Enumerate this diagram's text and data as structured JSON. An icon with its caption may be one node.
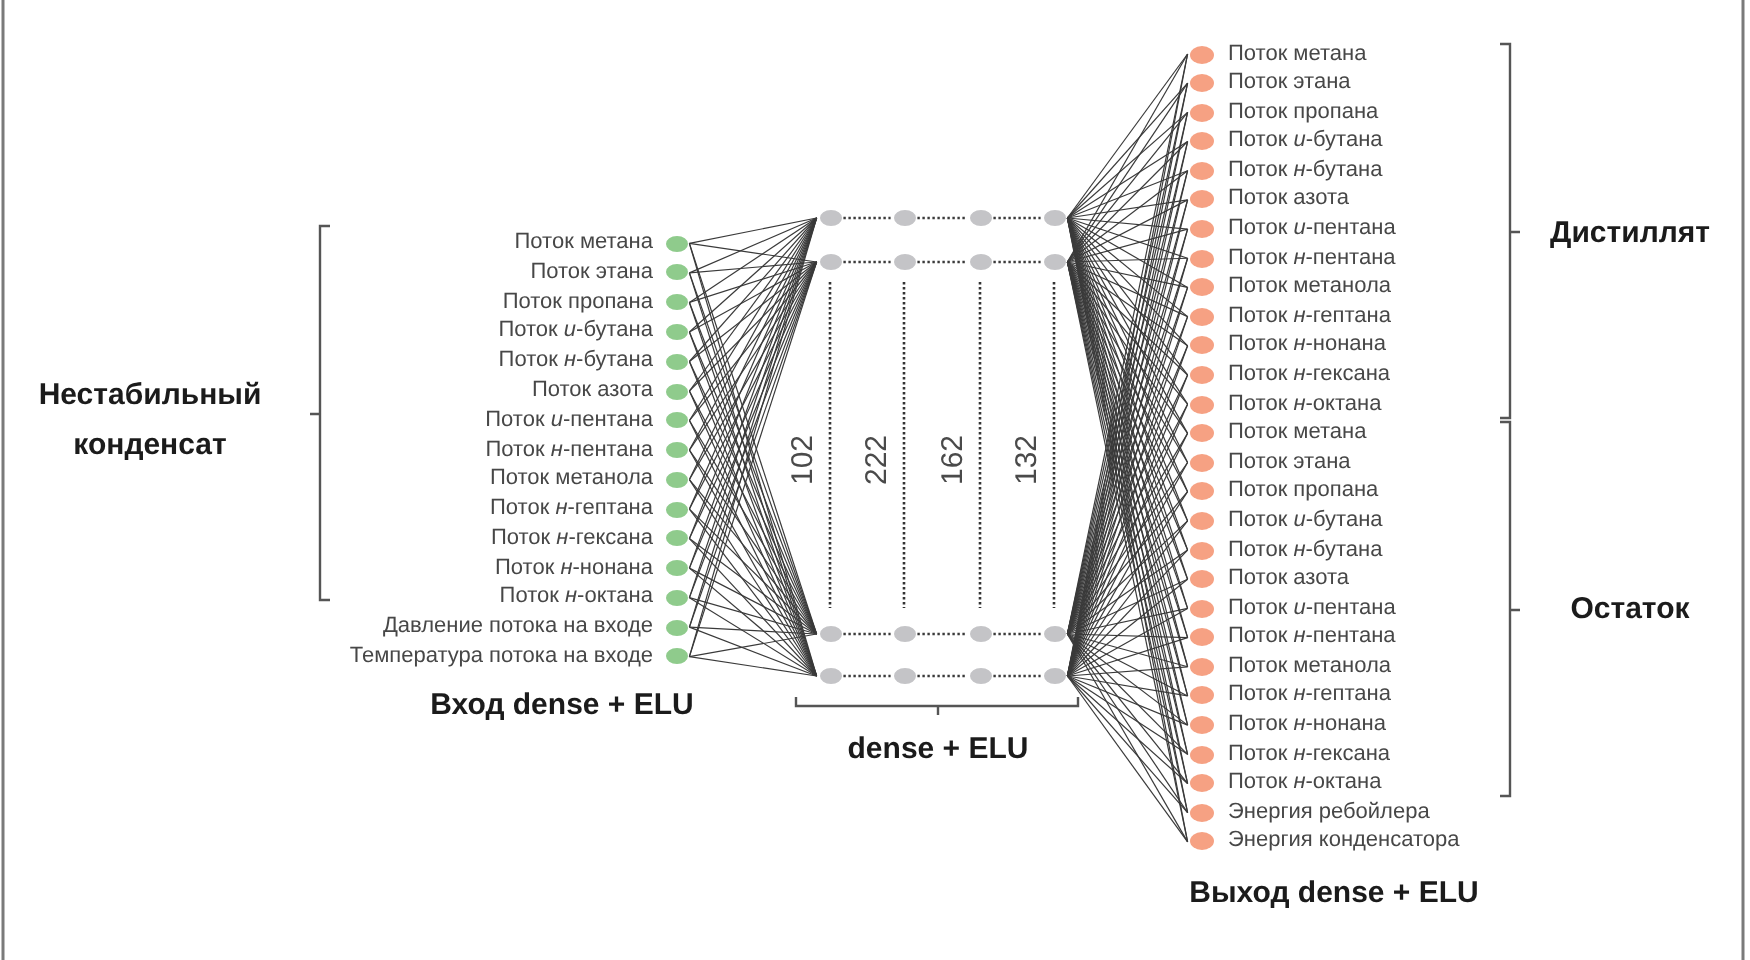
{
  "diagram": {
    "nodes": [
      {
        "text": [],
        "shape": "circle",
        "beside": [
          "Поток метана"
        ]
      },
      {
        "text": [],
        "shape": "circle",
        "beside": [
          "Поток этана"
        ]
      },
      {
        "text": [],
        "shape": "circle",
        "beside": [
          "Поток пропана"
        ]
      },
      {
        "text": [],
        "shape": "circle",
        "beside": [
          "Поток *и*-бутана"
        ]
      },
      {
        "text": [],
        "shape": "circle",
        "beside": [
          "Поток *н*-бутана"
        ]
      },
      {
        "text": [],
        "shape": "circle",
        "beside": [
          "Поток азота"
        ]
      },
      {
        "text": [],
        "shape": "circle",
        "beside": [
          "Поток *и*-пентана"
        ]
      },
      {
        "text": [],
        "shape": "circle",
        "beside": [
          "Поток *н*-пентана"
        ]
      },
      {
        "text": [],
        "shape": "circle",
        "beside": [
          "Поток метанола"
        ]
      },
      {
        "text": [],
        "shape": "circle",
        "beside": [
          "Поток *н*-гептана"
        ]
      },
      {
        "text": [],
        "shape": "circle",
        "beside": [
          "Поток *н*-гексана"
        ]
      },
      {
        "text": [],
        "shape": "circle",
        "beside": [
          "Поток *н*-нонана"
        ]
      },
      {
        "text": [],
        "shape": "circle",
        "beside": [
          "Поток *н*-октана"
        ]
      },
      {
        "text": [],
        "shape": "circle",
        "beside": [
          "Давление потока на входе"
        ]
      },
      {
        "text": [],
        "shape": "circle",
        "beside": [
          "Температура потока на входе"
        ]
      },
      {
        "text": [],
        "shape": "circle"
      },
      {
        "text": [],
        "shape": "circle"
      },
      {
        "text": [],
        "shape": "circle"
      },
      {
        "text": [],
        "shape": "circle"
      },
      {
        "text": [],
        "shape": "circle"
      },
      {
        "text": [],
        "shape": "circle"
      },
      {
        "text": [],
        "shape": "circle"
      },
      {
        "text": [],
        "shape": "circle"
      },
      {
        "text": [],
        "shape": "circle"
      },
      {
        "text": [],
        "shape": "circle"
      },
      {
        "text": [],
        "shape": "circle"
      },
      {
        "text": [],
        "shape": "circle"
      },
      {
        "text": [],
        "shape": "circle"
      },
      {
        "text": [],
        "shape": "circle"
      },
      {
        "text": [],
        "shape": "circle"
      },
      {
        "text": [],
        "shape": "circle"
      },
      {
        "text": [],
        "shape": "circle",
        "beside": [
          "Поток метана"
        ]
      },
      {
        "text": [],
        "shape": "circle",
        "beside": [
          "Поток этана"
        ]
      },
      {
        "text": [],
        "shape": "circle",
        "beside": [
          "Поток пропана"
        ]
      },
      {
        "text": [],
        "shape": "circle",
        "beside": [
          "Поток *и*-бутана"
        ]
      },
      {
        "text": [],
        "shape": "circle",
        "beside": [
          "Поток *н*-бутана"
        ]
      },
      {
        "text": [],
        "shape": "circle",
        "beside": [
          "Поток азота"
        ]
      },
      {
        "text": [],
        "shape": "circle",
        "beside": [
          "Поток *и*-пентана"
        ]
      },
      {
        "text": [],
        "shape": "circle",
        "beside": [
          "Поток *н*-пентана"
        ]
      },
      {
        "text": [],
        "shape": "circle",
        "beside": [
          "Поток метанола"
        ]
      },
      {
        "text": [],
        "shape": "circle",
        "beside": [
          "Поток *н*-гептана"
        ]
      },
      {
        "text": [],
        "shape": "circle",
        "beside": [
          "Поток *н*-нонана"
        ]
      },
      {
        "text": [],
        "shape": "circle",
        "beside": [
          "Поток *н*-гексана"
        ]
      },
      {
        "text": [],
        "shape": "circle",
        "beside": [
          "Поток *н*-октана"
        ]
      },
      {
        "text": [],
        "shape": "circle",
        "beside": [
          "Поток метана"
        ]
      },
      {
        "text": [],
        "shape": "circle",
        "beside": [
          "Поток этана"
        ]
      },
      {
        "text": [],
        "shape": "circle",
        "beside": [
          "Поток пропана"
        ]
      },
      {
        "text": [],
        "shape": "circle",
        "beside": [
          "Поток *и*-бутана"
        ]
      },
      {
        "text": [],
        "shape": "circle",
        "beside": [
          "Поток *н*-бутана"
        ]
      },
      {
        "text": [],
        "shape": "circle",
        "beside": [
          "Поток азота"
        ]
      },
      {
        "text": [],
        "shape": "circle",
        "beside": [
          "Поток *и*-пентана"
        ]
      },
      {
        "text": [],
        "shape": "circle",
        "beside": [
          "Поток *н*-пентана"
        ]
      },
      {
        "text": [],
        "shape": "circle",
        "beside": [
          "Поток метанола"
        ]
      },
      {
        "text": [],
        "shape": "circle",
        "beside": [
          "Поток *н*-гептана"
        ]
      },
      {
        "text": [],
        "shape": "circle",
        "beside": [
          "Поток *н*-нонана"
        ]
      },
      {
        "text": [],
        "shape": "circle",
        "beside": [
          "Поток *н*-гексана"
        ]
      },
      {
        "text": [],
        "shape": "circle",
        "beside": [
          "Поток *н*-октана"
        ]
      },
      {
        "text": [],
        "shape": "circle",
        "beside": [
          "Энергия ребойлера"
        ]
      },
      {
        "text": [],
        "shape": "circle",
        "beside": [
          "Энергия конденсатора"
        ]
      }
    ],
    "edges": [
      {
        "from": 0,
        "to": 15,
        "arrow": "none"
      },
      {
        "from": 0,
        "to": 19,
        "arrow": "none"
      },
      {
        "from": 0,
        "to": 23,
        "arrow": "none"
      },
      {
        "from": 0,
        "to": 27,
        "arrow": "none"
      },
      {
        "from": 1,
        "to": 15,
        "arrow": "none"
      },
      {
        "from": 1,
        "to": 19,
        "arrow": "none"
      },
      {
        "from": 1,
        "to": 23,
        "arrow": "none"
      },
      {
        "from": 1,
        "to": 27,
        "arrow": "none"
      },
      {
        "from": 2,
        "to": 15,
        "arrow": "none"
      },
      {
        "from": 2,
        "to": 19,
        "arrow": "none"
      },
      {
        "from": 2,
        "to": 23,
        "arrow": "none"
      },
      {
        "from": 2,
        "to": 27,
        "arrow": "none"
      },
      {
        "from": 3,
        "to": 15,
        "arrow": "none"
      },
      {
        "from": 3,
        "to": 19,
        "arrow": "none"
      },
      {
        "from": 3,
        "to": 23,
        "arrow": "none"
      },
      {
        "from": 3,
        "to": 27,
        "arrow": "none"
      },
      {
        "from": 4,
        "to": 15,
        "arrow": "none"
      },
      {
        "from": 4,
        "to": 19,
        "arrow": "none"
      },
      {
        "from": 4,
        "to": 23,
        "arrow": "none"
      },
      {
        "from": 4,
        "to": 27,
        "arrow": "none"
      },
      {
        "from": 5,
        "to": 15,
        "arrow": "none"
      },
      {
        "from": 5,
        "to": 19,
        "arrow": "none"
      },
      {
        "from": 5,
        "to": 23,
        "arrow": "none"
      },
      {
        "from": 5,
        "to": 27,
        "arrow": "none"
      },
      {
        "from": 6,
        "to": 15,
        "arrow": "none"
      },
      {
        "from": 6,
        "to": 19,
        "arrow": "none"
      },
      {
        "from": 6,
        "to": 23,
        "arrow": "none"
      },
      {
        "from": 6,
        "to": 27,
        "arrow": "none"
      },
      {
        "from": 7,
        "to": 15,
        "arrow": "none"
      },
      {
        "from": 7,
        "to": 19,
        "arrow": "none"
      },
      {
        "from": 7,
        "to": 23,
        "arrow": "none"
      },
      {
        "from": 7,
        "to": 27,
        "arrow": "none"
      },
      {
        "from": 8,
        "to": 15,
        "arrow": "none"
      },
      {
        "from": 8,
        "to": 19,
        "arrow": "none"
      },
      {
        "from": 8,
        "to": 23,
        "arrow": "none"
      },
      {
        "from": 8,
        "to": 27,
        "arrow": "none"
      },
      {
        "from": 9,
        "to": 15,
        "arrow": "none"
      },
      {
        "from": 9,
        "to": 19,
        "arrow": "none"
      },
      {
        "from": 9,
        "to": 23,
        "arrow": "none"
      },
      {
        "from": 9,
        "to": 27,
        "arrow": "none"
      },
      {
        "from": 10,
        "to": 15,
        "arrow": "none"
      },
      {
        "from": 10,
        "to": 19,
        "arrow": "none"
      },
      {
        "from": 10,
        "to": 23,
        "arrow": "none"
      },
      {
        "from": 10,
        "to": 27,
        "arrow": "none"
      },
      {
        "from": 11,
        "to": 15,
        "arrow": "none"
      },
      {
        "from": 11,
        "to": 19,
        "arrow": "none"
      },
      {
        "from": 11,
        "to": 23,
        "arrow": "none"
      },
      {
        "from": 11,
        "to": 27,
        "arrow": "none"
      },
      {
        "from": 12,
        "to": 15,
        "arrow": "none"
      },
      {
        "from": 12,
        "to": 19,
        "arrow": "none"
      },
      {
        "from": 12,
        "to": 23,
        "arrow": "none"
      },
      {
        "from": 12,
        "to": 27,
        "arrow": "none"
      },
      {
        "from": 13,
        "to": 15,
        "arrow": "none"
      },
      {
        "from": 13,
        "to": 19,
        "arrow": "none"
      },
      {
        "from": 13,
        "to": 23,
        "arrow": "none"
      },
      {
        "from": 13,
        "to": 27,
        "arrow": "none"
      },
      {
        "from": 14,
        "to": 15,
        "arrow": "none"
      },
      {
        "from": 14,
        "to": 19,
        "arrow": "none"
      },
      {
        "from": 14,
        "to": 23,
        "arrow": "none"
      },
      {
        "from": 14,
        "to": 27,
        "arrow": "none"
      },
      {
        "from": 15,
        "to": 16,
        "arrow": "none",
        "style": "dashed"
      },
      {
        "from": 16,
        "to": 17,
        "arrow": "none",
        "style": "dashed"
      },
      {
        "from": 17,
        "to": 18,
        "arrow": "none",
        "style": "dashed"
      },
      {
        "from": 19,
        "to": 20,
        "arrow": "none",
        "style": "dashed"
      },
      {
        "from": 20,
        "to": 21,
        "arrow": "none",
        "style": "dashed"
      },
      {
        "from": 21,
        "to": 22,
        "arrow": "none",
        "style": "dashed"
      },
      {
        "from": 23,
        "to": 24,
        "arrow": "none",
        "style": "dashed"
      },
      {
        "from": 24,
        "to": 25,
        "arrow": "none",
        "style": "dashed"
      },
      {
        "from": 25,
        "to": 26,
        "arrow": "none",
        "style": "dashed"
      },
      {
        "from": 27,
        "to": 28,
        "arrow": "none",
        "style": "dashed"
      },
      {
        "from": 28,
        "to": 29,
        "arrow": "none",
        "style": "dashed"
      },
      {
        "from": 29,
        "to": 30,
        "arrow": "none",
        "style": "dashed"
      },
      {
        "from": 18,
        "to": 31,
        "arrow": "none"
      },
      {
        "from": 18,
        "to": 32,
        "arrow": "none"
      },
      {
        "from": 18,
        "to": 33,
        "arrow": "none"
      },
      {
        "from": 18,
        "to": 34,
        "arrow": "none"
      },
      {
        "from": 18,
        "to": 35,
        "arrow": "none"
      },
      {
        "from": 18,
        "to": 36,
        "arrow": "none"
      },
      {
        "from": 18,
        "to": 37,
        "arrow": "none"
      },
      {
        "from": 18,
        "to": 38,
        "arrow": "none"
      },
      {
        "from": 18,
        "to": 39,
        "arrow": "none"
      },
      {
        "from": 18,
        "to": 40,
        "arrow": "none"
      },
      {
        "from": 18,
        "to": 41,
        "arrow": "none"
      },
      {
        "from": 18,
        "to": 42,
        "arrow": "none"
      },
      {
        "from": 18,
        "to": 43,
        "arrow": "none"
      },
      {
        "from": 18,
        "to": 44,
        "arrow": "none"
      },
      {
        "from": 18,
        "to": 45,
        "arrow": "none"
      },
      {
        "from": 18,
        "to": 46,
        "arrow": "none"
      },
      {
        "from": 18,
        "to": 47,
        "arrow": "none"
      },
      {
        "from": 18,
        "to": 48,
        "arrow": "none"
      },
      {
        "from": 18,
        "to": 49,
        "arrow": "none"
      },
      {
        "from": 18,
        "to": 50,
        "arrow": "none"
      },
      {
        "from": 18,
        "to": 51,
        "arrow": "none"
      },
      {
        "from": 18,
        "to": 52,
        "arrow": "none"
      },
      {
        "from": 18,
        "to": 53,
        "arrow": "none"
      },
      {
        "from": 18,
        "to": 54,
        "arrow": "none"
      },
      {
        "from": 18,
        "to": 55,
        "arrow": "none"
      },
      {
        "from": 18,
        "to": 56,
        "arrow": "none"
      },
      {
        "from": 18,
        "to": 57,
        "arrow": "none"
      },
      {
        "from": 18,
        "to": 58,
        "arrow": "none"
      },
      {
        "from": 22,
        "to": 31,
        "arrow": "none"
      },
      {
        "from": 22,
        "to": 32,
        "arrow": "none"
      },
      {
        "from": 22,
        "to": 33,
        "arrow": "none"
      },
      {
        "from": 22,
        "to": 34,
        "arrow": "none"
      },
      {
        "from": 22,
        "to": 35,
        "arrow": "none"
      },
      {
        "from": 22,
        "to": 36,
        "arrow": "none"
      },
      {
        "from": 22,
        "to": 37,
        "arrow": "none"
      },
      {
        "from": 22,
        "to": 38,
        "arrow": "none"
      },
      {
        "from": 22,
        "to": 39,
        "arrow": "none"
      },
      {
        "from": 22,
        "to": 40,
        "arrow": "none"
      },
      {
        "from": 22,
        "to": 41,
        "arrow": "none"
      },
      {
        "from": 22,
        "to": 42,
        "arrow": "none"
      },
      {
        "from": 22,
        "to": 43,
        "arrow": "none"
      },
      {
        "from": 22,
        "to": 44,
        "arrow": "none"
      },
      {
        "from": 22,
        "to": 45,
        "arrow": "none"
      },
      {
        "from": 22,
        "to": 46,
        "arrow": "none"
      },
      {
        "from": 22,
        "to": 47,
        "arrow": "none"
      },
      {
        "from": 22,
        "to": 48,
        "arrow": "none"
      },
      {
        "from": 22,
        "to": 49,
        "arrow": "none"
      },
      {
        "from": 22,
        "to": 50,
        "arrow": "none"
      },
      {
        "from": 22,
        "to": 51,
        "arrow": "none"
      },
      {
        "from": 22,
        "to": 52,
        "arrow": "none"
      },
      {
        "from": 22,
        "to": 53,
        "arrow": "none"
      },
      {
        "from": 22,
        "to": 54,
        "arrow": "none"
      },
      {
        "from": 22,
        "to": 55,
        "arrow": "none"
      },
      {
        "from": 22,
        "to": 56,
        "arrow": "none"
      },
      {
        "from": 22,
        "to": 57,
        "arrow": "none"
      },
      {
        "from": 22,
        "to": 58,
        "arrow": "none"
      },
      {
        "from": 26,
        "to": 31,
        "arrow": "none"
      },
      {
        "from": 26,
        "to": 32,
        "arrow": "none"
      },
      {
        "from": 26,
        "to": 33,
        "arrow": "none"
      },
      {
        "from": 26,
        "to": 34,
        "arrow": "none"
      },
      {
        "from": 26,
        "to": 35,
        "arrow": "none"
      },
      {
        "from": 26,
        "to": 36,
        "arrow": "none"
      },
      {
        "from": 26,
        "to": 37,
        "arrow": "none"
      },
      {
        "from": 26,
        "to": 38,
        "arrow": "none"
      },
      {
        "from": 26,
        "to": 39,
        "arrow": "none"
      },
      {
        "from": 26,
        "to": 40,
        "arrow": "none"
      },
      {
        "from": 26,
        "to": 41,
        "arrow": "none"
      },
      {
        "from": 26,
        "to": 42,
        "arrow": "none"
      },
      {
        "from": 26,
        "to": 43,
        "arrow": "none"
      },
      {
        "from": 26,
        "to": 44,
        "arrow": "none"
      },
      {
        "from": 26,
        "to": 45,
        "arrow": "none"
      },
      {
        "from": 26,
        "to": 46,
        "arrow": "none"
      },
      {
        "from": 26,
        "to": 47,
        "arrow": "none"
      },
      {
        "from": 26,
        "to": 48,
        "arrow": "none"
      },
      {
        "from": 26,
        "to": 49,
        "arrow": "none"
      },
      {
        "from": 26,
        "to": 50,
        "arrow": "none"
      },
      {
        "from": 26,
        "to": 51,
        "arrow": "none"
      },
      {
        "from": 26,
        "to": 52,
        "arrow": "none"
      },
      {
        "from": 26,
        "to": 53,
        "arrow": "none"
      },
      {
        "from": 26,
        "to": 54,
        "arrow": "none"
      },
      {
        "from": 26,
        "to": 55,
        "arrow": "none"
      },
      {
        "from": 26,
        "to": 56,
        "arrow": "none"
      },
      {
        "from": 26,
        "to": 57,
        "arrow": "none"
      },
      {
        "from": 26,
        "to": 58,
        "arrow": "none"
      },
      {
        "from": 30,
        "to": 31,
        "arrow": "none"
      },
      {
        "from": 30,
        "to": 32,
        "arrow": "none"
      },
      {
        "from": 30,
        "to": 33,
        "arrow": "none"
      },
      {
        "from": 30,
        "to": 34,
        "arrow": "none"
      },
      {
        "from": 30,
        "to": 35,
        "arrow": "none"
      },
      {
        "from": 30,
        "to": 36,
        "arrow": "none"
      },
      {
        "from": 30,
        "to": 37,
        "arrow": "none"
      },
      {
        "from": 30,
        "to": 38,
        "arrow": "none"
      },
      {
        "from": 30,
        "to": 39,
        "arrow": "none"
      },
      {
        "from": 30,
        "to": 40,
        "arrow": "none"
      },
      {
        "from": 30,
        "to": 41,
        "arrow": "none"
      },
      {
        "from": 30,
        "to": 42,
        "arrow": "none"
      },
      {
        "from": 30,
        "to": 43,
        "arrow": "none"
      },
      {
        "from": 30,
        "to": 44,
        "arrow": "none"
      },
      {
        "from": 30,
        "to": 45,
        "arrow": "none"
      },
      {
        "from": 30,
        "to": 46,
        "arrow": "none"
      },
      {
        "from": 30,
        "to": 47,
        "arrow": "none"
      },
      {
        "from": 30,
        "to": 48,
        "arrow": "none"
      },
      {
        "from": 30,
        "to": 49,
        "arrow": "none"
      },
      {
        "from": 30,
        "to": 50,
        "arrow": "none"
      },
      {
        "from": 30,
        "to": 51,
        "arrow": "none"
      },
      {
        "from": 30,
        "to": 52,
        "arrow": "none"
      },
      {
        "from": 30,
        "to": 53,
        "arrow": "none"
      },
      {
        "from": 30,
        "to": 54,
        "arrow": "none"
      },
      {
        "from": 30,
        "to": 55,
        "arrow": "none"
      },
      {
        "from": 30,
        "to": 56,
        "arrow": "none"
      },
      {
        "from": 30,
        "to": 57,
        "arrow": "none"
      },
      {
        "from": 30,
        "to": 58,
        "arrow": "none"
      }
    ],
    "labels": [
      "Нестабильный конденсат",
      "Вход dense + ELU",
      "102",
      "222",
      "162",
      "132",
      "dense + ELU",
      "Выход dense + ELU",
      "Дистиллят",
      "Остаток"
    ]
  }
}
